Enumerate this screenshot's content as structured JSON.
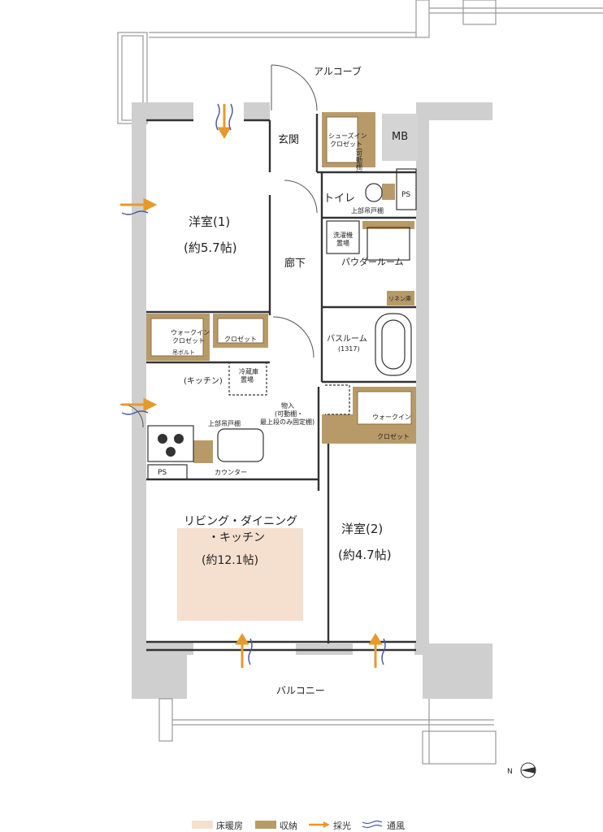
{
  "rooms": {
    "alcove": "アルコーブ",
    "entrance": "玄関",
    "shoes_closet_1": "シューズイン",
    "shoes_closet_2": "クロゼット",
    "movable_shelf": "(可動棚)",
    "mb": "MB",
    "toilet": "トイレ",
    "ps_top": "PS",
    "upper_cabinet_toilet": "上部吊戸棚",
    "western1_name": "洋室(1)",
    "western1_size": "(約5.7帖)",
    "hallway": "廊下",
    "washer_1": "洗濯機",
    "washer_2": "置場",
    "powder_room": "パウダールーム",
    "linen": "リネン庫",
    "walkin1_1": "ウォークイン",
    "walkin1_2": "クロゼット",
    "hanger_pole": "吊ボルト",
    "closet": "クロゼット",
    "bathroom": "バスルーム",
    "bath_size": "(1317)",
    "fridge_1": "冷蔵庫",
    "fridge_2": "置場",
    "kitchen": "(キッチン)",
    "storage_1": "物入",
    "storage_2": "(可動棚・",
    "storage_3": "最上段のみ固定棚)",
    "upper_cabinet_kitchen": "上部吊戸棚",
    "walkin2_1": "ウォークイン",
    "walkin2_2": "クロゼット",
    "ps_kitchen": "PS",
    "counter": "カウンター",
    "ldk_1": "リビング・ダイニング",
    "ldk_2": "・キッチン",
    "ldk_size": "(約12.1帖)",
    "western2_name": "洋室(2)",
    "western2_size": "(約4.7帖)",
    "balcony": "バルコニー",
    "compass": "N"
  },
  "legend": {
    "heating": "床暖房",
    "storage": "収納",
    "light": "採光",
    "ventilation": "通風"
  },
  "colors": {
    "wall": "#cfcfcf",
    "storage": "#b89a68",
    "heating": "#f5e0cf",
    "light_arrow": "#e79a2c",
    "vent": "#4b5aa0"
  }
}
